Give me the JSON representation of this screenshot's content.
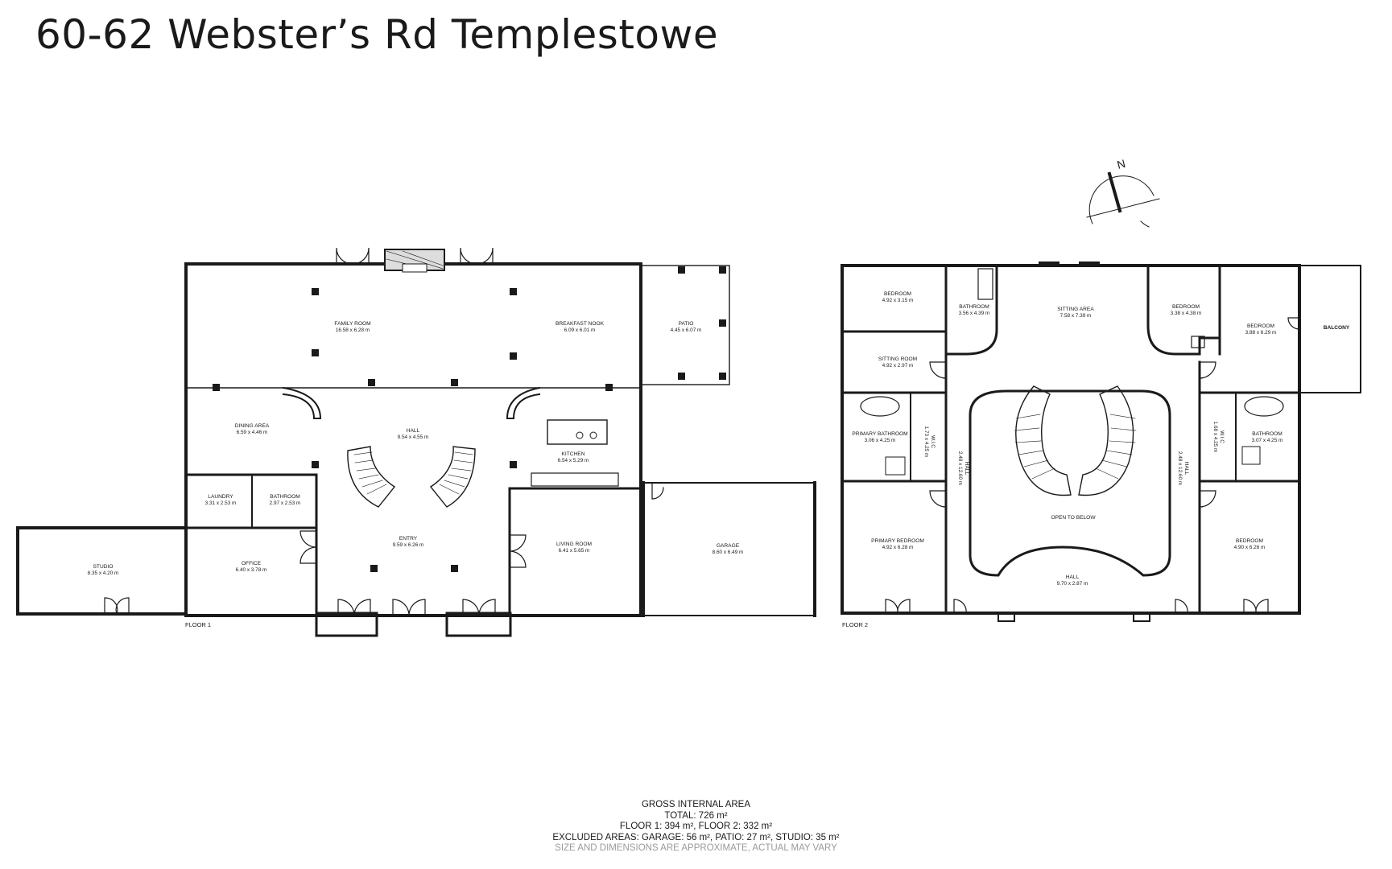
{
  "title": "60-62 Webster’s Rd Templestowe",
  "compass_letter": "N",
  "floor1": {
    "label": "FLOOR 1",
    "rooms": [
      {
        "name": "FAMILY ROOM",
        "dims": "16.58 x 6.28 m"
      },
      {
        "name": "BREAKFAST NOOK",
        "dims": "6.09 x 6.01 m"
      },
      {
        "name": "PATIO",
        "dims": "4.45 x 6.07 m"
      },
      {
        "name": "DINING AREA",
        "dims": "6.59 x 4.46 m"
      },
      {
        "name": "HALL",
        "dims": "9.54 x 4.55 m"
      },
      {
        "name": "KITCHEN",
        "dims": "6.54 x 5.29 m"
      },
      {
        "name": "LAUNDRY",
        "dims": "3.31 x 2.53 m"
      },
      {
        "name": "BATHROOM",
        "dims": "2.97 x 2.53 m"
      },
      {
        "name": "STUDIO",
        "dims": "8.35 x 4.20 m"
      },
      {
        "name": "OFFICE",
        "dims": "6.40 x 3.78 m"
      },
      {
        "name": "ENTRY",
        "dims": "9.59 x 6.26 m"
      },
      {
        "name": "LIVING ROOM",
        "dims": "6.41 x 5.65 m"
      },
      {
        "name": "GARAGE",
        "dims": "8.60 x 6.49 m"
      }
    ]
  },
  "floor2": {
    "label": "FLOOR 2",
    "rooms": [
      {
        "name": "BEDROOM",
        "dims": "4.92 x 3.15 m"
      },
      {
        "name": "BATHROOM",
        "dims": "3.56 x 4.39 m"
      },
      {
        "name": "SITTING AREA",
        "dims": "7.58 x 7.39 m"
      },
      {
        "name": "BEDROOM",
        "dims": "3.38 x 4.38 m"
      },
      {
        "name": "BEDROOM",
        "dims": "3.88 x 6.29 m"
      },
      {
        "name": "BALCONY",
        "dims": ""
      },
      {
        "name": "SITTING ROOM",
        "dims": "4.92 x 2.97 m"
      },
      {
        "name": "PRIMARY BATHROOM",
        "dims": "3.06 x 4.25 m"
      },
      {
        "name": "W.I.C",
        "dims": "1.73 x 4.25 m"
      },
      {
        "name": "HALL",
        "dims": "2.48 x 12.60 m"
      },
      {
        "name": "HALL",
        "dims": "2.48 x 12.60 m"
      },
      {
        "name": "W.I.C",
        "dims": "1.68 x 4.25 m"
      },
      {
        "name": "BATHROOM",
        "dims": "3.07 x 4.25 m"
      },
      {
        "name": "OPEN TO BELOW",
        "dims": ""
      },
      {
        "name": "PRIMARY BEDROOM",
        "dims": "4.92 x 6.28 m"
      },
      {
        "name": "BEDROOM",
        "dims": "4.90 x 6.26 m"
      },
      {
        "name": "HALL",
        "dims": "9.70 x 2.87 m"
      }
    ]
  },
  "area_summary": {
    "heading": "GROSS INTERNAL AREA",
    "total": "TOTAL: 726 m²",
    "floors": "FLOOR 1: 394 m², FLOOR 2: 332 m²",
    "excluded": "EXCLUDED AREAS: GARAGE: 56 m², PATIO: 27 m², STUDIO: 35 m²",
    "note": "SIZE AND DIMENSIONS ARE APPROXIMATE, ACTUAL MAY VARY"
  }
}
